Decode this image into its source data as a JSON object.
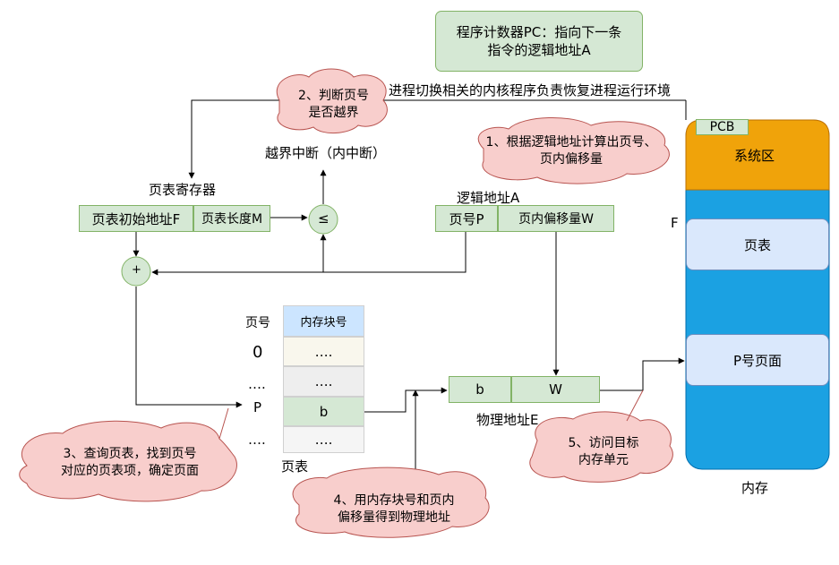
{
  "pc": {
    "line1": "程序计数器PC：指向下一条",
    "line2": "指令的逻辑地址A"
  },
  "switch_text": "进程切换相关的内核程序负责恢复进程运行环境",
  "page_table_register": {
    "title": "页表寄存器",
    "start_addr": "页表初始地址F",
    "length": "页表长度M"
  },
  "compare_symbol": "≤",
  "add_symbol": "+",
  "overflow_interrupt": "越界中断（内中断）",
  "logical_address": {
    "title": "逻辑地址A",
    "page_no": "页号P",
    "offset": "页内偏移量W"
  },
  "page_table": {
    "header_page": "页号",
    "header_block": "内存块号",
    "rows": [
      {
        "page": "0",
        "block": "…."
      },
      {
        "page": "….",
        "block": "…."
      },
      {
        "page": "P",
        "block": "b"
      },
      {
        "page": "….",
        "block": "…."
      }
    ],
    "caption": "页表"
  },
  "physical_address": {
    "block": "b",
    "offset": "W",
    "title": "物理地址E"
  },
  "memory": {
    "pcb": "PCB",
    "system_area": "系统区",
    "page_table": "页表",
    "p_page": "P号页面",
    "f_label": "F",
    "caption": "内存"
  },
  "steps": {
    "step1": {
      "line1": "1、根据逻辑地址计算出页号、",
      "line2": "页内偏移量"
    },
    "step2": {
      "line1": "2、判断页号",
      "line2": "是否越界"
    },
    "step3": {
      "line1": "3、查询页表，找到页号",
      "line2": "对应的页表项，确定页面"
    },
    "step4": {
      "line1": "4、用内存块号和页内",
      "line2": "偏移量得到物理地址"
    },
    "step5": {
      "line1": "5、访问目标",
      "line2": "内存单元"
    }
  },
  "colors": {
    "green_fill": "#d5e8d4",
    "green_stroke": "#82b366",
    "cloud_fill": "#f8cecc",
    "cloud_stroke": "#b85450",
    "memory_blue": "#1ba1e2",
    "system_orange": "#f0a30a",
    "light_blue": "#dae8fc",
    "header_blue": "#cce5ff"
  }
}
